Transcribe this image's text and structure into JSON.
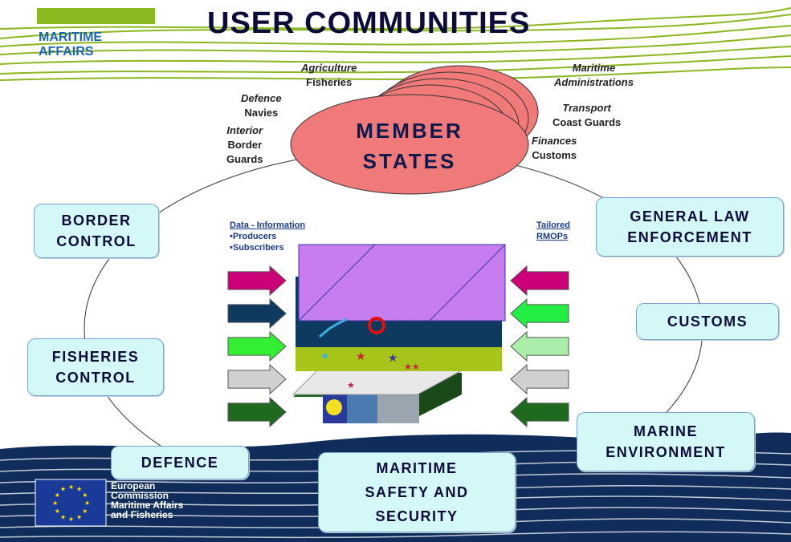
{
  "title": "USER COMMUNITIES",
  "maritime_affairs": [
    "MARITIME",
    "AFFAIRS"
  ],
  "member_states": [
    "MEMBER",
    "STATES"
  ],
  "sectors": {
    "agriculture": [
      "Agriculture",
      "Fisheries"
    ],
    "defence": [
      "Defence",
      "Navies"
    ],
    "interior": [
      "Interior",
      "Border",
      "Guards"
    ],
    "maritime_admin": [
      "Maritime",
      "Administrations"
    ],
    "transport": [
      "Transport",
      "Coast Guards"
    ],
    "finances": [
      "Finances",
      "Customs"
    ]
  },
  "communities": {
    "border_control": [
      "BORDER",
      "CONTROL"
    ],
    "fisheries_control": [
      "FISHERIES",
      "CONTROL"
    ],
    "defence": [
      "DEFENCE"
    ],
    "maritime_safety": [
      "MARITIME",
      "SAFETY AND",
      "SECURITY"
    ],
    "marine_environment": [
      "MARINE",
      "ENVIRONMENT"
    ],
    "customs": [
      "CUSTOMS"
    ],
    "general_law": [
      "GENERAL LAW",
      "ENFORCEMENT"
    ]
  },
  "data_info": {
    "heading": "Data - Information",
    "items": [
      "•Producers",
      "•Subscribers"
    ]
  },
  "tailored": [
    "Tailored",
    "RMOPs"
  ],
  "ec_logo": [
    "European",
    "Commission",
    "Maritime Affairs",
    "and Fisheries"
  ],
  "colors": {
    "title": "#0c0c3a",
    "maritime_affairs": "#1a66b0",
    "member_states_fill": "#f07a7a",
    "box_fill": "#d4f7f7",
    "wave_green": "#8ab81f",
    "sea": "#0f2c5a",
    "layer_purple": "#c77cf0",
    "layer_navy": "#0f3a60",
    "layer_green": "#a6c419"
  },
  "left_arrow_colors": [
    "#cc0077",
    "#0f3a60",
    "#33ee33",
    "#d0d0d0",
    "#1f6a1f"
  ],
  "right_arrow_colors": [
    "#cc0077",
    "#22ee44",
    "#aaeeaa",
    "#d0d0d0",
    "#1f6a1f"
  ]
}
